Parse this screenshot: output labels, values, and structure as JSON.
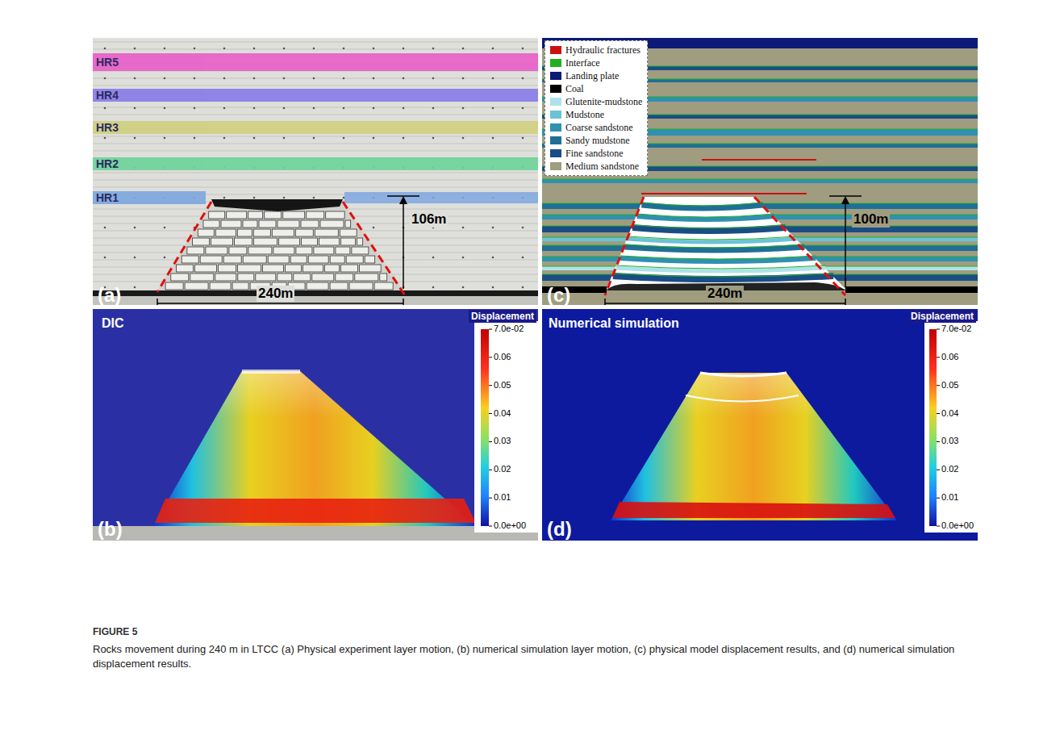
{
  "diagram": {
    "title": "FIGURE 5",
    "caption": "Rocks movement during 240 m in LTCC (a) Physical experiment layer motion, (b) numerical simulation layer motion, (c) physical model displacement results, and (d) numerical simulation displacement results.",
    "nodes": [
      {
        "text": [
          "HR5"
        ]
      },
      {
        "text": [
          "HR4"
        ]
      },
      {
        "text": [
          "HR3"
        ]
      },
      {
        "text": [
          "HR2"
        ]
      },
      {
        "text": [
          "HR1"
        ]
      }
    ],
    "labels": [
      "(a)",
      "106m",
      "240m",
      "(c)",
      "100m",
      "240m",
      "(b)",
      "DIC",
      "Displacement",
      "7.0e-02",
      "0.06",
      "0.05",
      "0.04",
      "0.03",
      "0.02",
      "0.01",
      "0.0e+00",
      "(d)",
      "Numerical simulation",
      "Displacement",
      "7.0e-02",
      "0.06",
      "0.05",
      "0.04",
      "0.03",
      "0.02",
      "0.01",
      "0.0e+00"
    ],
    "legend": [
      {
        "text": "Hydraulic fractures",
        "color": "#cc1010"
      },
      {
        "text": "Interface",
        "color": "#22b022"
      },
      {
        "text": "Landing plate",
        "color": "#0c1a78"
      },
      {
        "text": "Coal",
        "color": "#000000"
      },
      {
        "text": "Glutenite-mudstone",
        "color": "#aee2ea"
      },
      {
        "text": "Mudstone",
        "color": "#6cc2d6"
      },
      {
        "text": "Coarse sandstone",
        "color": "#2f90b2"
      },
      {
        "text": "Sandy mudstone",
        "color": "#1f6f96"
      },
      {
        "text": "Fine sandstone",
        "color": "#1a4d86"
      },
      {
        "text": "Medium sandstone",
        "color": "#a09c80"
      }
    ]
  }
}
